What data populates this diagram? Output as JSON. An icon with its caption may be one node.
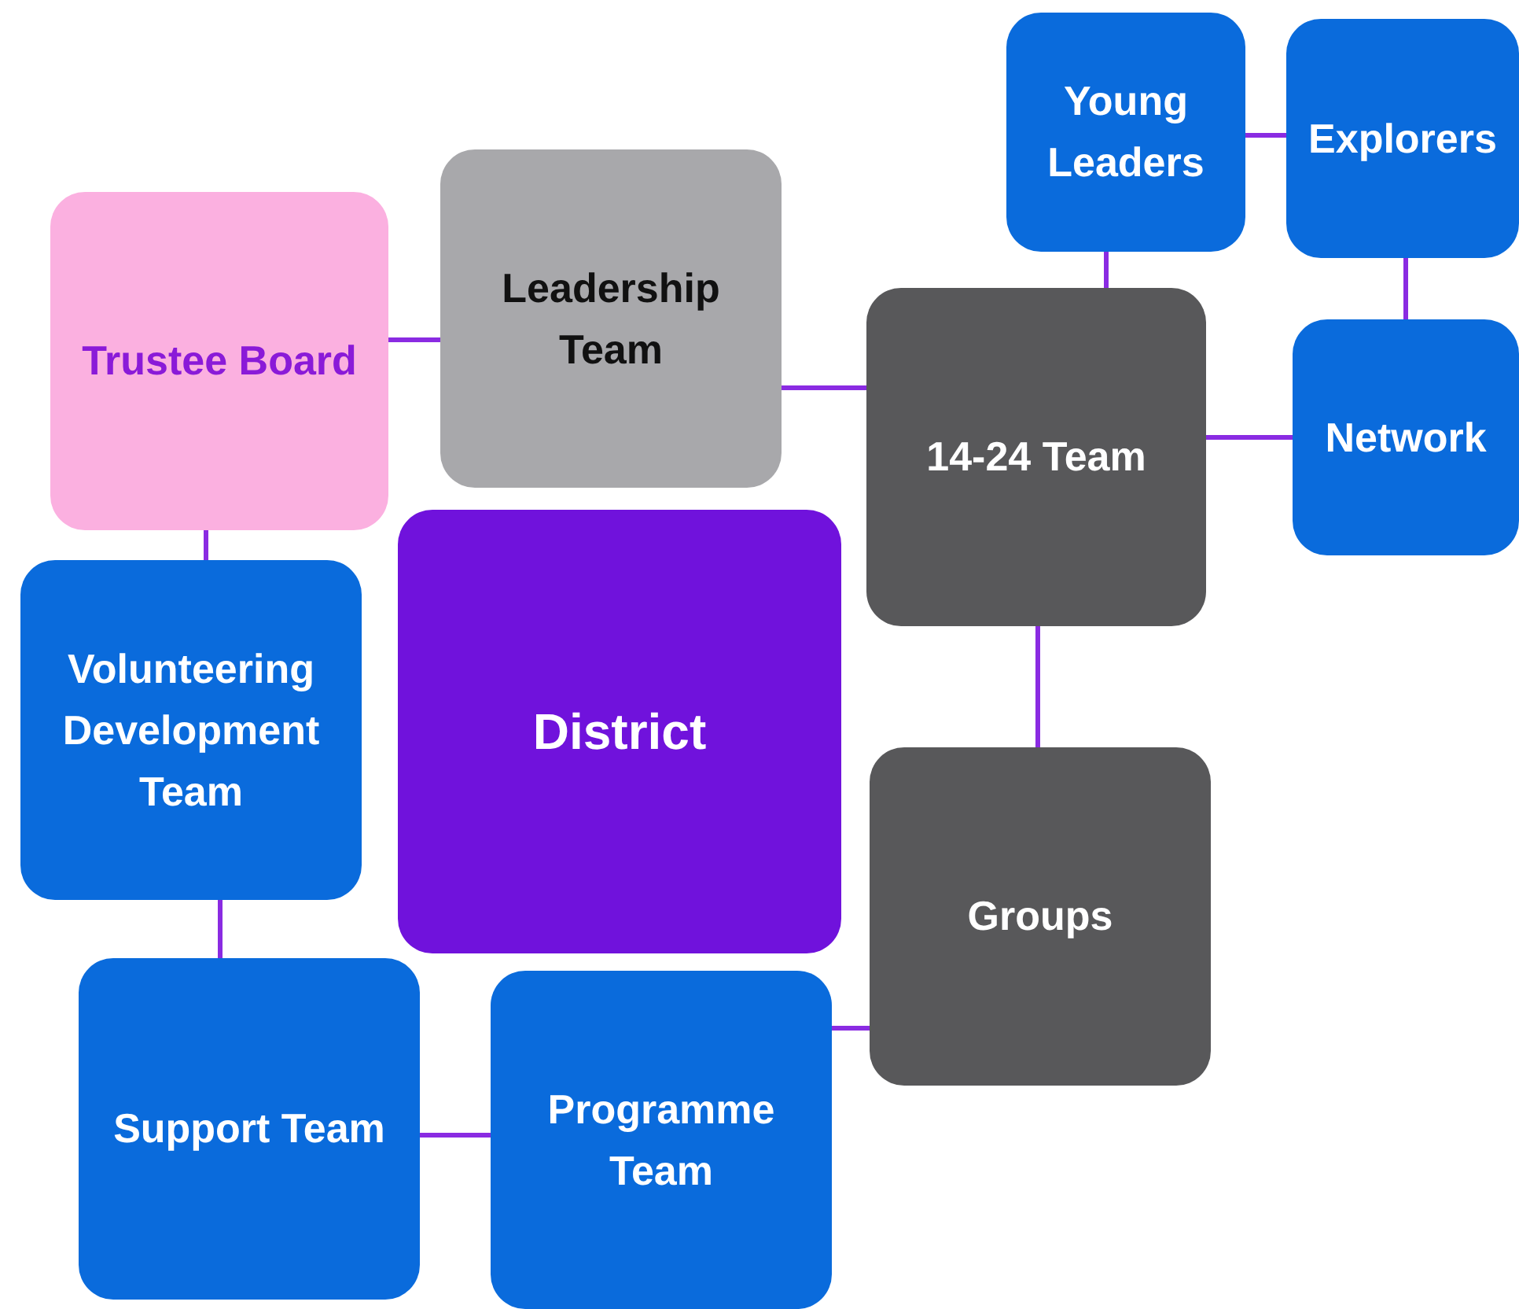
{
  "diagram": {
    "nodes": [
      {
        "text": [
          "Young Leaders"
        ]
      },
      {
        "text": [
          "Explorers"
        ]
      },
      {
        "text": [
          "Trustee Board"
        ]
      },
      {
        "text": [
          "Leadership Team"
        ]
      },
      {
        "text": [
          "14-24 Team"
        ]
      },
      {
        "text": [
          "Network"
        ]
      },
      {
        "text": [
          "Volunteering Development Team"
        ]
      },
      {
        "text": [
          "District"
        ]
      },
      {
        "text": [
          "Groups"
        ]
      },
      {
        "text": [
          "Support Team"
        ]
      },
      {
        "text": [
          "Programme Team"
        ]
      }
    ],
    "edges": [
      {
        "from": 2,
        "to": 3,
        "arrow": "none"
      },
      {
        "from": 3,
        "to": 4,
        "arrow": "none"
      },
      {
        "from": 4,
        "to": 0,
        "arrow": "none"
      },
      {
        "from": 0,
        "to": 1,
        "arrow": "none"
      },
      {
        "from": 1,
        "to": 5,
        "arrow": "none"
      },
      {
        "from": 4,
        "to": 5,
        "arrow": "none"
      },
      {
        "from": 4,
        "to": 8,
        "arrow": "none"
      },
      {
        "from": 8,
        "to": 10,
        "arrow": "none"
      },
      {
        "from": 10,
        "to": 9,
        "arrow": "none"
      },
      {
        "from": 9,
        "to": 6,
        "arrow": "none"
      },
      {
        "from": 6,
        "to": 2,
        "arrow": "none"
      }
    ]
  }
}
